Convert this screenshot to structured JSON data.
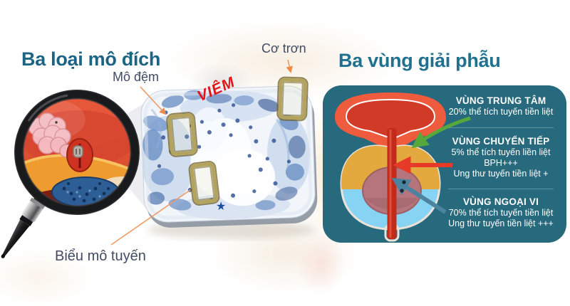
{
  "page": {
    "title_left": "Ba loại mô đích",
    "title_right": "Ba vùng giải phẫu"
  },
  "tissue_labels": {
    "stroma": "Mô đệm",
    "smooth_muscle": "Cơ trơn",
    "glandular_epithelium": "Biểu mô tuyến"
  },
  "slide": {
    "stamp": "VIÊM",
    "star_icon": "★"
  },
  "anatomy_panel": {
    "zones": [
      {
        "name": "VÙNG TRUNG TÂM",
        "lines": [
          "20% thể tích tuyến tiền liệt"
        ],
        "arrow_color": "#57a83b"
      },
      {
        "name": "VÙNG CHUYỂN TIẾP",
        "lines": [
          "5% thể tích tuyến liền liệt",
          "BPH+++",
          "Ung thư tuyến tiền liệt +"
        ],
        "arrow_color": "#e73a28"
      },
      {
        "name": "VÙNG NGOẠI VI",
        "lines": [
          "70% thể tích tuyến tiền liệt",
          "Ung thư tuyến tiền liệt +++"
        ],
        "arrow_color": "#4c83a0"
      }
    ]
  },
  "colors": {
    "title_left": "#1c6484",
    "title_right": "#20708f",
    "label_text": "#414b63",
    "stamp_red": "#e11717",
    "panel_background": "#27697d",
    "panel_divider": "#5b97a5",
    "panel_text": "#ffffff",
    "frame_gold": "#b3a35d",
    "leader_orange": "#ef9a63",
    "bladder_coral": "#ef5b3d",
    "zone_central_yellow": "#e3a83e",
    "zone_transition_mauve": "#b5757c",
    "zone_peripheral_blue": "#87d3f3",
    "urethra_red": "#c22b1b",
    "histology_blue": "#5d84bd"
  }
}
